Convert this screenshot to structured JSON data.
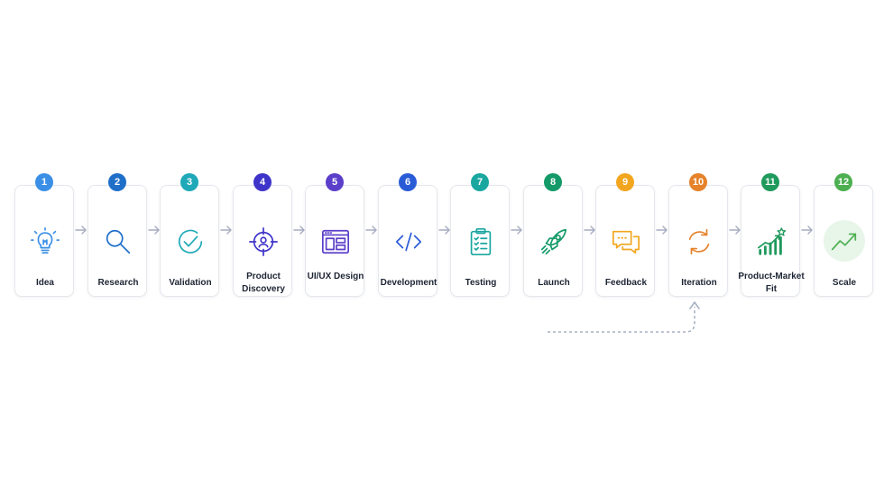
{
  "steps": [
    {
      "number": "1",
      "label": "Idea",
      "icon": "lightbulb-icon",
      "color": "#3b8fe6"
    },
    {
      "number": "2",
      "label": "Research",
      "icon": "magnifier-icon",
      "color": "#1f6fc9"
    },
    {
      "number": "3",
      "label": "Validation",
      "icon": "check-circle-icon",
      "color": "#1fa9b8"
    },
    {
      "number": "4",
      "label": "Product Discovery",
      "icon": "target-user-icon",
      "color": "#3f34c9"
    },
    {
      "number": "5",
      "label": "UI/UX Design",
      "icon": "layout-window-icon",
      "color": "#5b3ec9"
    },
    {
      "number": "6",
      "label": "Development",
      "icon": "code-icon",
      "color": "#2a5bd7"
    },
    {
      "number": "7",
      "label": "Testing",
      "icon": "clipboard-checklist-icon",
      "color": "#1aa7a0"
    },
    {
      "number": "8",
      "label": "Launch",
      "icon": "rocket-icon",
      "color": "#149a68"
    },
    {
      "number": "9",
      "label": "Feedback",
      "icon": "chat-bubbles-icon",
      "color": "#f2a61f"
    },
    {
      "number": "10",
      "label": "Iteration",
      "icon": "refresh-cycle-icon",
      "color": "#e5822a"
    },
    {
      "number": "11",
      "label": "Product-Market Fit",
      "icon": "growth-bars-star-icon",
      "color": "#1f9a5d"
    },
    {
      "number": "12",
      "label": "Scale",
      "icon": "trend-up-icon",
      "color": "#4caf50"
    }
  ],
  "colors": {
    "arrow": "#a6acc0",
    "loop": "#a9b1c4",
    "card_border": "#e4e7ec",
    "text": "#1d2433"
  }
}
